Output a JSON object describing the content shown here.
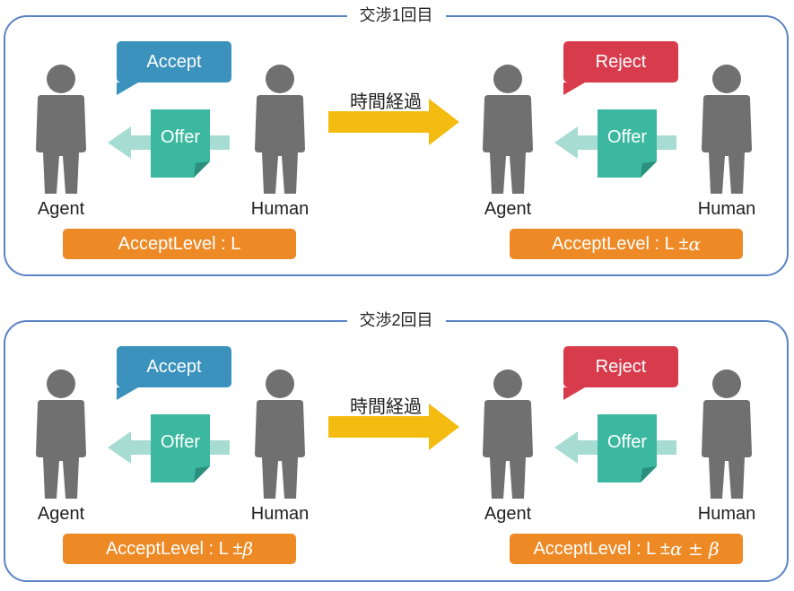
{
  "rounds": [
    {
      "title": "交渉1回目",
      "time_label": "時間経過",
      "left": {
        "response": "Accept",
        "offer": "Offer",
        "agent_label": "Agent",
        "human_label": "Human",
        "level_prefix": "AcceptLevel : L",
        "level_suffix": ""
      },
      "right": {
        "response": "Reject",
        "offer": "Offer",
        "agent_label": "Agent",
        "human_label": "Human",
        "level_prefix": "AcceptLevel : L ± ",
        "level_suffix": "α"
      }
    },
    {
      "title": "交渉2回目",
      "time_label": "時間経過",
      "left": {
        "response": "Accept",
        "offer": "Offer",
        "agent_label": "Agent",
        "human_label": "Human",
        "level_prefix": "AcceptLevel : L ± ",
        "level_suffix": "β"
      },
      "right": {
        "response": "Reject",
        "offer": "Offer",
        "agent_label": "Agent",
        "human_label": "Human",
        "level_prefix": "AcceptLevel : L ± ",
        "level_suffix": "α ± β"
      }
    }
  ],
  "colors": {
    "border": "#5b84c4",
    "person": "#707070",
    "accept": "#3a92bd",
    "reject": "#d83c4c",
    "offer_doc": "#3cb8a0",
    "offer_arrow": "#a6dcd2",
    "time_arrow": "#f4bc10",
    "level_bar": "#ee8a26"
  },
  "icons": [
    "person-icon",
    "speech-bubble",
    "document-icon",
    "left-arrow-icon",
    "right-arrow-icon"
  ]
}
